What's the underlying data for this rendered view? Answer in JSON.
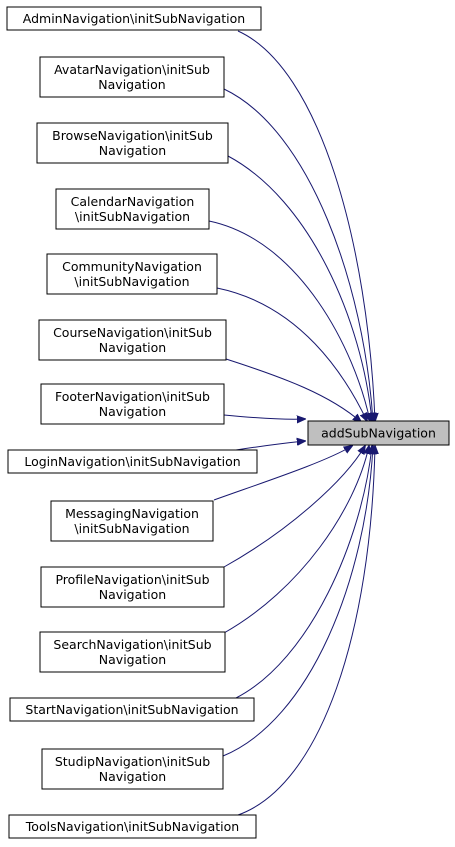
{
  "target": {
    "label": "addSubNavigation",
    "fill": "#bfbfbf"
  },
  "callers": [
    {
      "lines": [
        "AdminNavigation\\initSubNavigation"
      ]
    },
    {
      "lines": [
        "AvatarNavigation\\initSub",
        "Navigation"
      ]
    },
    {
      "lines": [
        "BrowseNavigation\\initSub",
        "Navigation"
      ]
    },
    {
      "lines": [
        "CalendarNavigation",
        "\\initSubNavigation"
      ]
    },
    {
      "lines": [
        "CommunityNavigation",
        "\\initSubNavigation"
      ]
    },
    {
      "lines": [
        "CourseNavigation\\initSub",
        "Navigation"
      ]
    },
    {
      "lines": [
        "FooterNavigation\\initSub",
        "Navigation"
      ]
    },
    {
      "lines": [
        "LoginNavigation\\initSubNavigation"
      ]
    },
    {
      "lines": [
        "MessagingNavigation",
        "\\initSubNavigation"
      ]
    },
    {
      "lines": [
        "ProfileNavigation\\initSub",
        "Navigation"
      ]
    },
    {
      "lines": [
        "SearchNavigation\\initSub",
        "Navigation"
      ]
    },
    {
      "lines": [
        "StartNavigation\\initSubNavigation"
      ]
    },
    {
      "lines": [
        "StudipNavigation\\initSub",
        "Navigation"
      ]
    },
    {
      "lines": [
        "ToolsNavigation\\initSubNavigation"
      ]
    }
  ],
  "colors": {
    "edge": "#191970",
    "node_border": "#000000",
    "node_fill": "#ffffff"
  }
}
